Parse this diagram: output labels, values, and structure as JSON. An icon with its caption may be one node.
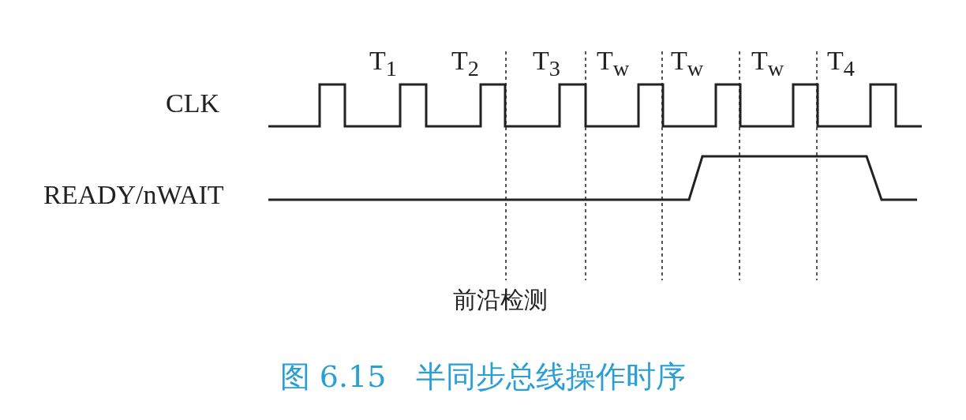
{
  "diagram": {
    "caption": "图 6.15　半同步总线操作时序",
    "labels": [
      "T$_{1}$",
      "T$_{2}$",
      "T$_{3}$",
      "T$_{w}$",
      "T$_{w}$",
      "T$_{w}$",
      "T$_{4}$",
      "CLK",
      "READY/nWAIT",
      "前沿检测"
    ]
  }
}
